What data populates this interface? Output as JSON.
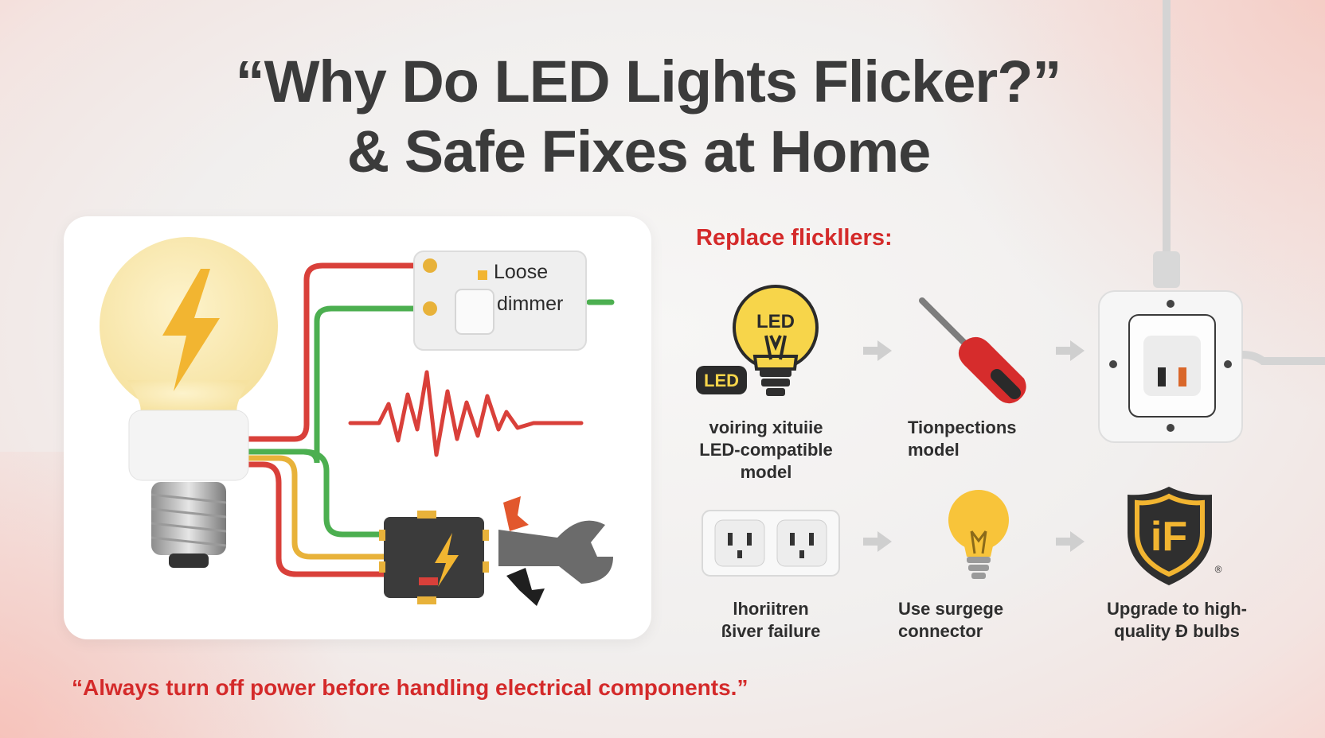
{
  "title": {
    "line1": "“Why Do LED Lights Flicker?”",
    "line2": "& Safe Fixes at Home"
  },
  "diagram": {
    "dimmer_label_line1": "Loose",
    "dimmer_label_line2": "dimmer"
  },
  "fixes": {
    "section_label": "Replace flickllers:",
    "items": [
      {
        "icon": "led-bulb-icon",
        "badge": "LED",
        "bulb_text": "LED",
        "label_lines": [
          "voiring xituiie",
          "LED-compatible",
          "model"
        ]
      },
      {
        "icon": "screwdriver-icon",
        "label_lines": [
          "Tionpections",
          "model"
        ]
      },
      {
        "icon": "wall-outlet-icon",
        "label_lines": []
      },
      {
        "icon": "double-socket-icon",
        "label_lines": [
          "lhoriitren",
          "ßiver failure"
        ]
      },
      {
        "icon": "bulb-icon",
        "label_lines": [
          "Use surgege",
          "connector"
        ]
      },
      {
        "icon": "shield-icon",
        "shield_text": "iF",
        "mark": "®",
        "label_lines": [
          "Upgrade to high-",
          "quality Ɖ bulbs"
        ]
      }
    ]
  },
  "warning": "“Always turn off power before handling electrical components.”",
  "colors": {
    "accent_red": "#d42a2a",
    "title_gray": "#3b3b3b",
    "bulb_yellow": "#f7c84a",
    "wire_red": "#d9403a",
    "wire_green": "#4caf50",
    "wire_yellow": "#e8b23a"
  }
}
